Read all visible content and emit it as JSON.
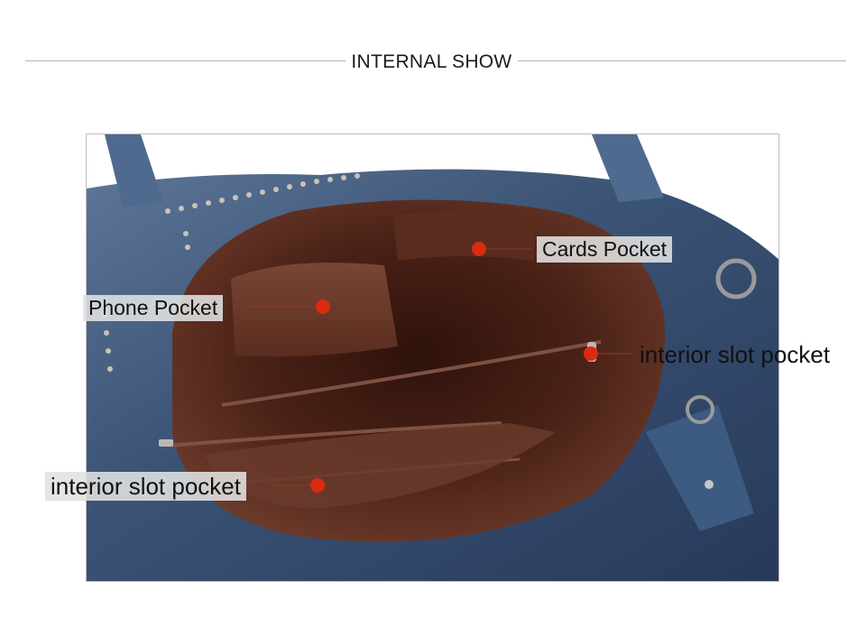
{
  "header": {
    "title": "INTERNAL SHOW"
  },
  "callouts": {
    "cards_pocket": "Cards Pocket",
    "phone_pocket": "Phone Pocket",
    "slot_pocket_right": "interior slot pocket",
    "slot_pocket_left": "interior slot pocket"
  },
  "colors": {
    "marker": "#d92b10",
    "lining": "#4a2116",
    "denim": "#3b5476",
    "rule": "#b3b3b3"
  },
  "icons": {
    "marker": "red-dot-icon"
  }
}
